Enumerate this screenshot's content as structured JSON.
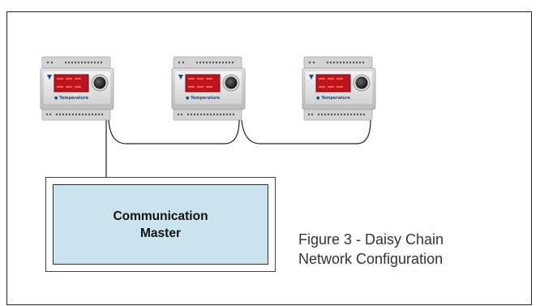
{
  "devices": [
    {
      "brand": "Temperature",
      "display_color": "#c0141c"
    },
    {
      "brand": "Temperature",
      "display_color": "#c0141c"
    },
    {
      "brand": "Temperature",
      "display_color": "#c0141c"
    }
  ],
  "master": {
    "label": "Communication\nMaster",
    "fill_color": "#cbe3ec"
  },
  "caption": {
    "text": "Figure 3 - Daisy Chain\nNetwork Configuration"
  }
}
